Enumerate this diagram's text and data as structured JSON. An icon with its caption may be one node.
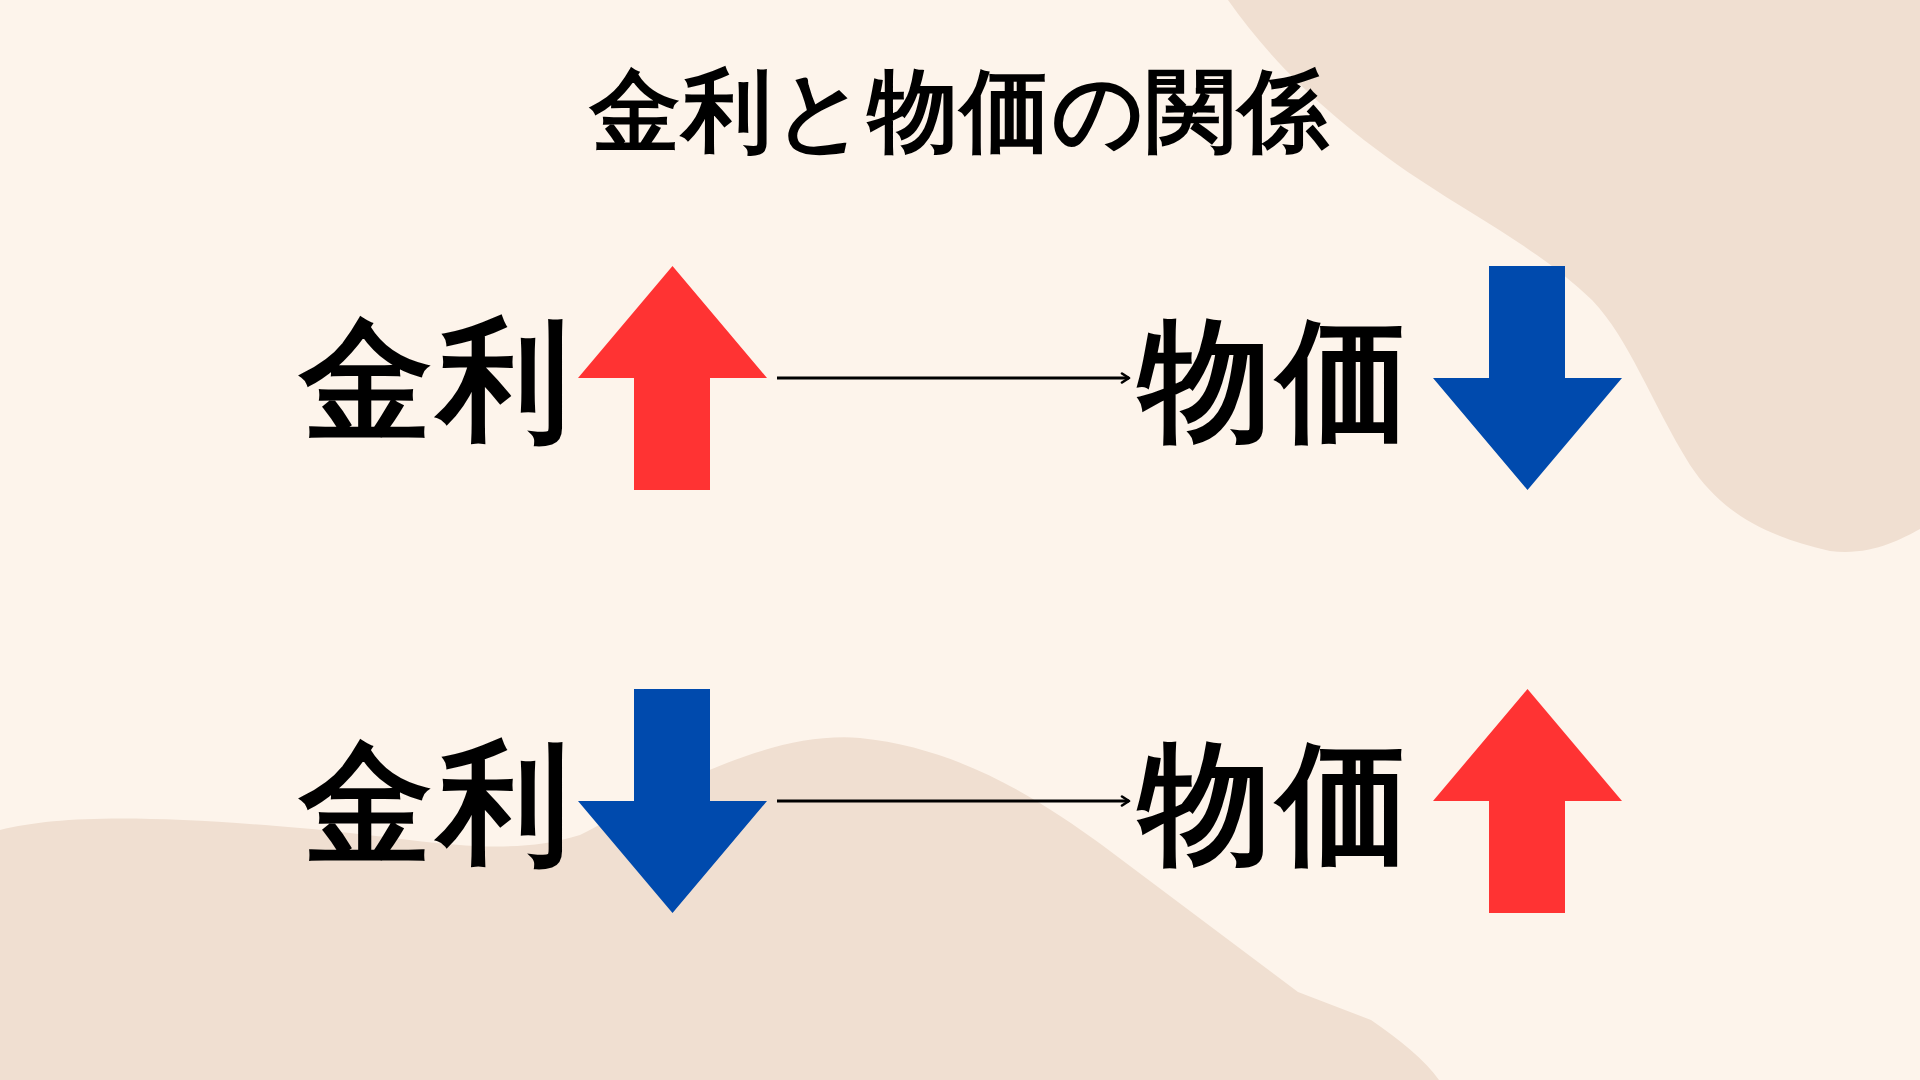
{
  "diagram": {
    "title": "金利と物価の関係",
    "nodes": [
      {
        "text": [
          "金利"
        ]
      },
      {
        "text": [
          "物価"
        ]
      },
      {
        "text": [
          "金利"
        ]
      },
      {
        "text": [
          "物価"
        ]
      }
    ],
    "edges": [
      {
        "from": 0,
        "to": 1,
        "arrow": "to"
      },
      {
        "from": 2,
        "to": 3,
        "arrow": "to"
      }
    ]
  }
}
